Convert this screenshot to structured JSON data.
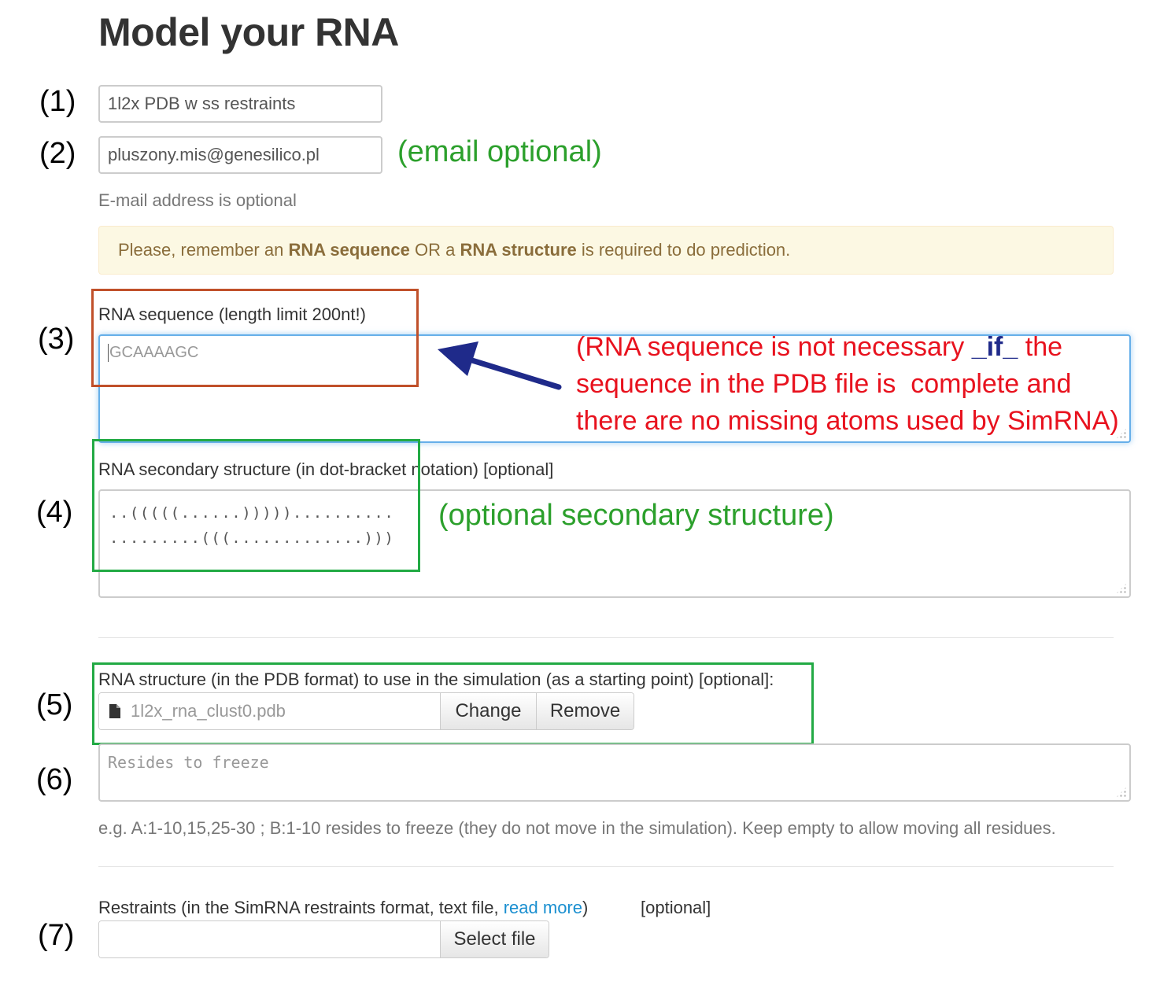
{
  "page": {
    "title": "Model your RNA"
  },
  "markers": [
    "(1)",
    "(2)",
    "(3)",
    "(4)",
    "(5)",
    "(6)",
    "(7)"
  ],
  "form": {
    "job_name_value": "1l2x PDB w ss restraints",
    "email_value": "pluszony.mis@genesilico.pl",
    "email_help": "E-mail address is optional",
    "alert": {
      "prefix": "Please, remember an ",
      "bold1": "RNA sequence",
      "middle": " OR a ",
      "bold2": "RNA structure",
      "suffix": " is required to do prediction."
    },
    "sequence_label": "RNA sequence (length limit 200nt!)",
    "sequence_placeholder": "GCAAAAGC",
    "ss_label": "RNA secondary structure (in dot-bracket notation) [optional]",
    "ss_line1": "..(((((......)))))..........",
    "ss_line2": ".........(((.............)))",
    "pdb_label": "RNA structure (in the PDB format) to use in the simulation (as a starting point) [optional]:",
    "pdb_filename": "1l2x_rna_clust0.pdb",
    "change_button": "Change",
    "remove_button": "Remove",
    "freeze_placeholder": "Resides to freeze",
    "freeze_help": "e.g. A:1-10,15,25-30 ; B:1-10 resides to freeze (they do not move in the simulation). Keep empty to allow moving all residues.",
    "restraints_label_prefix": "Restraints (in the SimRNA restraints format, text file, ",
    "restraints_link": "read more",
    "restraints_label_suffix": ")",
    "restraints_optional": "[optional]",
    "select_file_button": "Select file"
  },
  "annotations": {
    "email_note": "(email optional)",
    "ss_note": "(optional secondary structure)",
    "seq_note_line1_before": "(RNA sequence is not necessary ",
    "seq_note_if": "_if_",
    "seq_note_line1_after": " the",
    "seq_note_line2": "sequence in the PDB file is  complete and",
    "seq_note_line3": "there are no missing atoms used by SimRNA)"
  },
  "colors": {
    "annotation_green": "#2ca02c",
    "annotation_red": "#e8121e",
    "arrow_navy": "#1f2a8a",
    "box_orange": "#c0502a",
    "box_green": "#22aa44",
    "alert_bg": "#fcf8e3",
    "link_blue": "#1a8fd0"
  }
}
